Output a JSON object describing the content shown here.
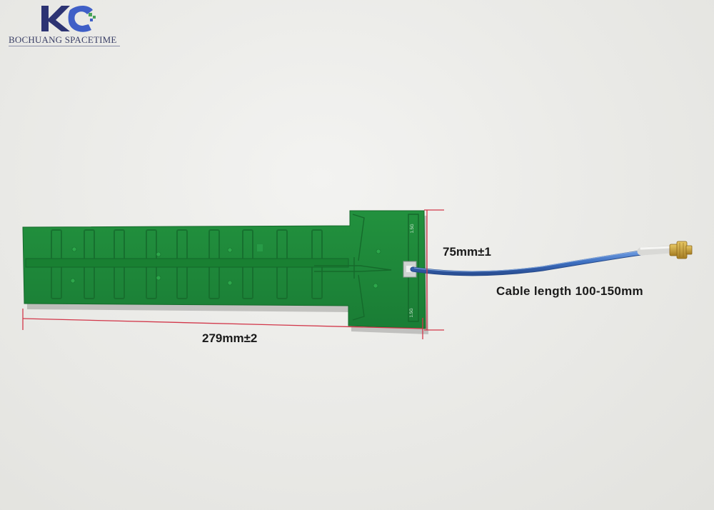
{
  "logo": {
    "brand_text": "BOCHUANG SPACETIME",
    "colors": {
      "navy": "#2c3373",
      "blue": "#3f5fc7",
      "green": "#4aa35a"
    }
  },
  "annotations": {
    "height_dimension": "75mm±1",
    "cable_length": "Cable length 100-150mm",
    "length_dimension": "279mm±2"
  },
  "board_markings": {
    "top_marking": "1.5G",
    "bottom_marking": "1.5G"
  },
  "colors": {
    "pcb_green": "#1f8a3a",
    "pcb_dark": "#16712d",
    "dimension_lines": "#d2374a",
    "cable_blue": "#3d6fc0",
    "connector_gold": "#c9a23a"
  }
}
